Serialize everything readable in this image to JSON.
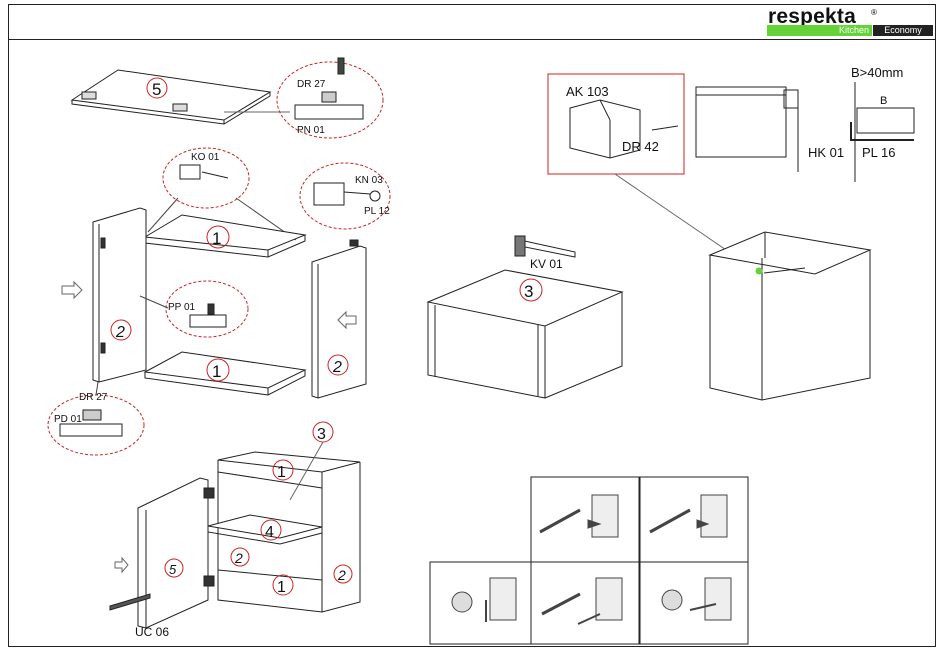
{
  "brand": {
    "name": "respekta",
    "reg": "®",
    "sub1": "Kitchen",
    "sub2": "Economy",
    "accent": "#66d23a"
  },
  "callouts": {
    "pn01": "PN 01",
    "dr27_top": "DR 27",
    "ko01": "KO 01",
    "kn03": "KN 03",
    "pl12": "PL 12",
    "pp01": "PP 01",
    "dr27_bottom": "DR 27",
    "pd01": "PD 01",
    "ak103": "AK 103",
    "dr42": "DR 42",
    "hk01": "HK 01",
    "pl16": "PL 16",
    "b_gt": "B>40mm",
    "b": "B",
    "kv01": "KV 01",
    "uc06": "UC 06"
  },
  "part_numbers": {
    "top": "5",
    "shelf_upper": "1",
    "shelf_lower": "1",
    "side_left": "2",
    "side_right": "2",
    "back_assembly": "3",
    "final_3": "3",
    "final_top": "1",
    "final_shelf": "4",
    "final_bottom": "1",
    "final_side_left": "2",
    "final_side_right": "2",
    "final_door": "5"
  }
}
